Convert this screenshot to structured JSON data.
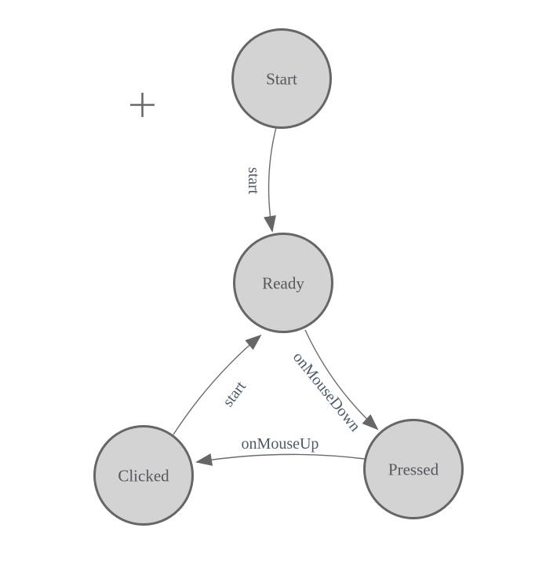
{
  "diagram": {
    "kind": "state-machine",
    "colors": {
      "background": "#ffffff",
      "node_fill": "#d3d3d3",
      "node_stroke": "#666666",
      "node_text": "#55585e",
      "edge_stroke": "#6b6b6b",
      "edge_text": "#4d5a68",
      "arrow_fill": "#666666",
      "plus_icon": "#696969"
    },
    "nodes": [
      {
        "id": "start",
        "label": "Start"
      },
      {
        "id": "ready",
        "label": "Ready"
      },
      {
        "id": "clicked",
        "label": "Clicked"
      },
      {
        "id": "pressed",
        "label": "Pressed"
      }
    ],
    "edges": [
      {
        "id": "start-to-ready",
        "label": "start",
        "from": "Start",
        "to": "Ready"
      },
      {
        "id": "clicked-to-ready",
        "label": "start",
        "from": "Clicked",
        "to": "Ready"
      },
      {
        "id": "ready-to-pressed",
        "label": "onMouseDown",
        "from": "Ready",
        "to": "Pressed"
      },
      {
        "id": "pressed-to-clicked",
        "label": "onMouseUp",
        "from": "Pressed",
        "to": "Clicked"
      }
    ],
    "icons": {
      "plus": "plus-icon"
    }
  }
}
